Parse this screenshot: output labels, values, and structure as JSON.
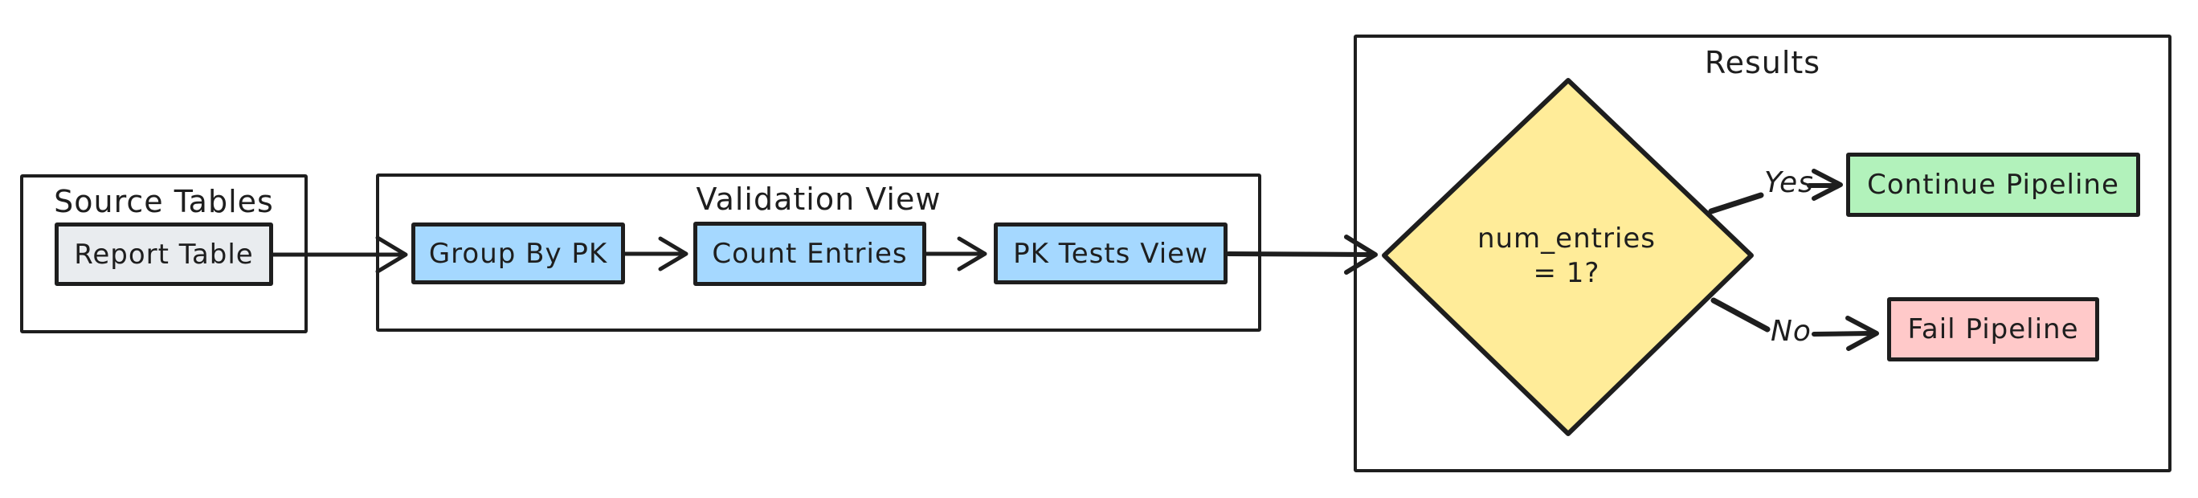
{
  "diagram": {
    "background_color": "#ffffff",
    "stroke_color": "#1e1e1e",
    "groups": {
      "source_tables": {
        "title": "Source Tables"
      },
      "validation_view": {
        "title": "Validation View"
      },
      "results": {
        "title": "Results"
      }
    },
    "nodes": {
      "report_table": {
        "label": "Report Table",
        "fill": "#e9ecef"
      },
      "group_by_pk": {
        "label": "Group By PK",
        "fill": "#a5d8ff"
      },
      "count_entries": {
        "label": "Count Entries",
        "fill": "#a5d8ff"
      },
      "pk_tests_view": {
        "label": "PK Tests View",
        "fill": "#a5d8ff"
      },
      "decision": {
        "label": "num_entries\n= 1?",
        "fill": "#ffec99"
      },
      "continue_pipeline": {
        "label": "Continue Pipeline",
        "fill": "#b2f2bb"
      },
      "fail_pipeline": {
        "label": "Fail Pipeline",
        "fill": "#ffc9c9"
      }
    },
    "edges": {
      "yes_label": "Yes",
      "no_label": "No"
    }
  }
}
